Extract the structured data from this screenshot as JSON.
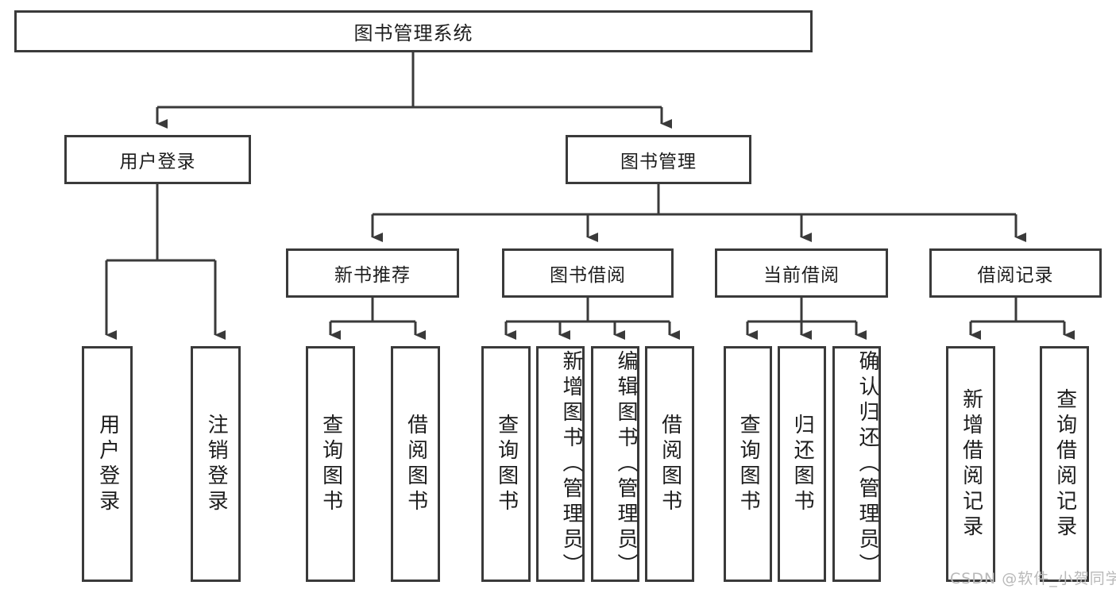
{
  "diagram": {
    "type": "tree-hierarchy",
    "title": "图书管理系统",
    "watermark": "CSDN @软件_小贺同学",
    "style": {
      "box_border_color": "#3a3a3a",
      "box_fill_color": "#ffffff",
      "line_color": "#3a3a3a",
      "text_color": "#1d1d1d",
      "watermark_color": "#b9b9b9"
    },
    "root": {
      "id": "root",
      "label": "图书管理系统"
    },
    "level2": [
      {
        "id": "user-login",
        "label": "用户登录"
      },
      {
        "id": "book-management",
        "label": "图书管理"
      }
    ],
    "level3": [
      {
        "id": "new-book-recommend",
        "label": "新书推荐",
        "parent": "book-management"
      },
      {
        "id": "book-borrow",
        "label": "图书借阅",
        "parent": "book-management"
      },
      {
        "id": "current-borrow",
        "label": "当前借阅",
        "parent": "book-management"
      },
      {
        "id": "borrow-record",
        "label": "借阅记录",
        "parent": "book-management"
      }
    ],
    "leaves": [
      {
        "id": "leaf-user-login",
        "label": "用户登录",
        "parent": "user-login"
      },
      {
        "id": "leaf-user-logout",
        "label": "注销登录",
        "parent": "user-login"
      },
      {
        "id": "leaf-query-book-1",
        "label": "查询图书",
        "parent": "new-book-recommend"
      },
      {
        "id": "leaf-borrow-book-1",
        "label": "借阅图书",
        "parent": "new-book-recommend"
      },
      {
        "id": "leaf-query-book-2",
        "label": "查询图书",
        "parent": "book-borrow"
      },
      {
        "id": "leaf-add-book-admin",
        "label": "新增图书（管理员）",
        "parent": "book-borrow"
      },
      {
        "id": "leaf-edit-book-admin",
        "label": "编辑图书（管理员）",
        "parent": "book-borrow"
      },
      {
        "id": "leaf-borrow-book-2",
        "label": "借阅图书",
        "parent": "book-borrow"
      },
      {
        "id": "leaf-query-book-3",
        "label": "查询图书",
        "parent": "current-borrow"
      },
      {
        "id": "leaf-return-book",
        "label": "归还图书",
        "parent": "current-borrow"
      },
      {
        "id": "leaf-confirm-return-admin",
        "label": "确认归还（管理员）",
        "parent": "current-borrow"
      },
      {
        "id": "leaf-add-borrow-record",
        "label": "新增借阅记录",
        "parent": "borrow-record"
      },
      {
        "id": "leaf-query-borrow-record",
        "label": "查询借阅记录",
        "parent": "borrow-record"
      }
    ]
  }
}
